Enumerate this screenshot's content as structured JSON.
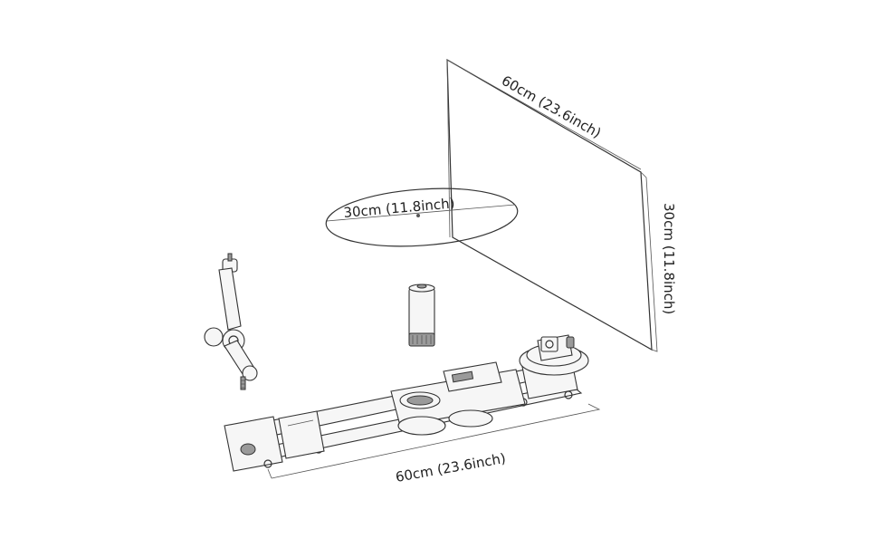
{
  "labels": {
    "backdrop_width": "60cm (23.6inch)",
    "backdrop_height": "30cm (11.8inch)",
    "turntable_diameter": "30cm (11.8inch)",
    "slider_length": "60cm (23.6inch)"
  },
  "colors": {
    "stroke": "#333333",
    "fill_light": "#f6f6f6",
    "fill_dark": "#9a9a9a"
  }
}
